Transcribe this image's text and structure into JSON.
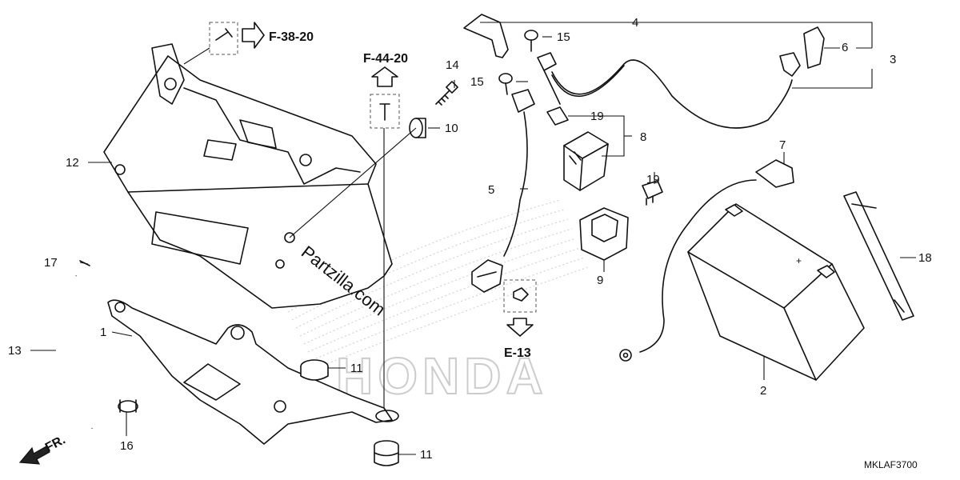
{
  "callouts": {
    "c1": "1",
    "c2": "2",
    "c3": "3",
    "c4": "4",
    "c5": "5",
    "c6": "6",
    "c7": "7",
    "c8": "8",
    "c9": "9",
    "c10": "10",
    "c11a": "11",
    "c11b": "11",
    "c12": "12",
    "c13": "13",
    "c14": "14",
    "c15a": "15",
    "c15b": "15",
    "c16": "16",
    "c17": "17",
    "c18": "18",
    "c19a": "19",
    "c19b": "19"
  },
  "references": {
    "f38": "F-38-20",
    "f44": "F-44-20",
    "e13": "E-13"
  },
  "front_label": "FR.",
  "watermark": "Partzilla.com",
  "watermark_logo": "HONDA",
  "diagram_code": "MKLAF3700"
}
